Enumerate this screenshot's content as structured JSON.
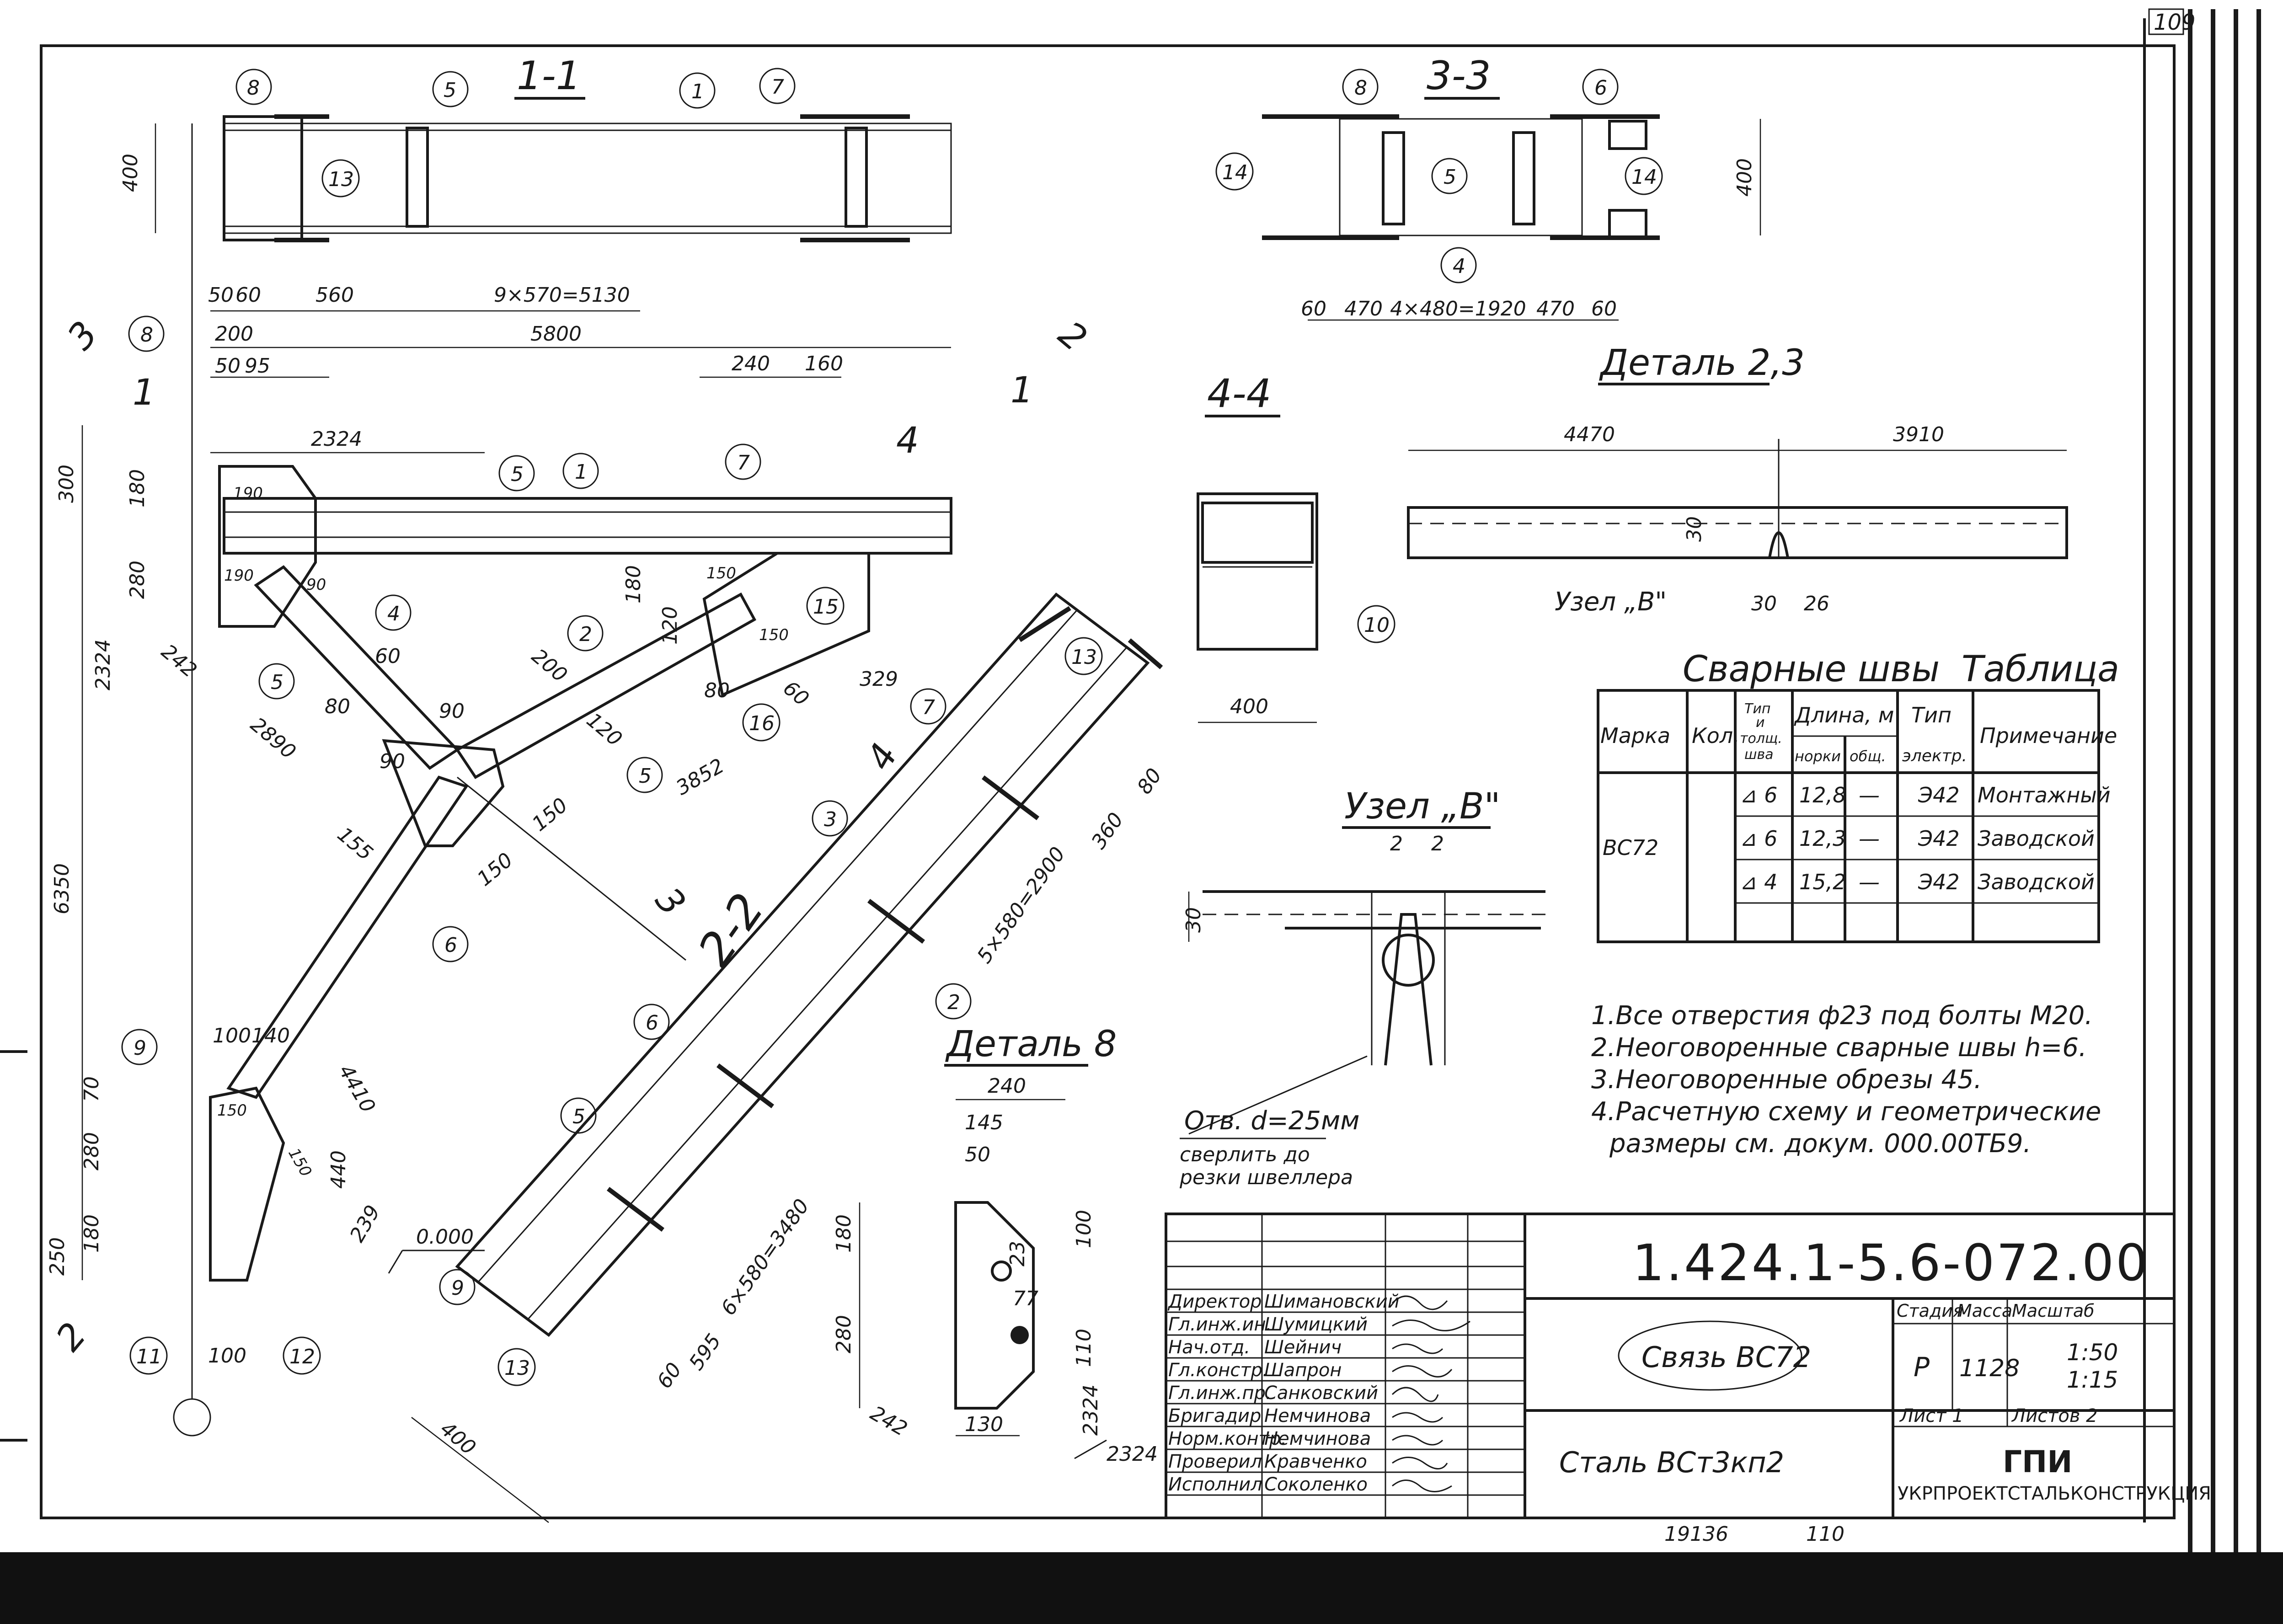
{
  "sheet": {
    "page_number": "109",
    "bottom_marks": [
      "19136",
      "110"
    ]
  },
  "section_1_1": {
    "title": "1-1",
    "marks": [
      "8",
      "5",
      "1",
      "7",
      "13"
    ],
    "dims": [
      "400",
      "50",
      "60",
      "560",
      "9×570=5130",
      "200",
      "5800"
    ]
  },
  "section_3_3": {
    "title": "3-3",
    "marks": [
      "8",
      "6",
      "14",
      "5",
      "14",
      "4"
    ],
    "dims": [
      "400",
      "60",
      "470",
      "4×480=1920",
      "470",
      "60"
    ]
  },
  "section_4_4": {
    "title": "4-4",
    "marks": [
      "10"
    ],
    "dims": [
      "400"
    ]
  },
  "section_2_2": {
    "title": "2-2",
    "marks": [
      "13",
      "7",
      "3",
      "6",
      "2",
      "5",
      "9",
      "13"
    ],
    "dims": [
      "360",
      "80",
      "5×580=2900",
      "6×580=3480",
      "595",
      "60",
      "400"
    ]
  },
  "detail_2_3": {
    "title": "Деталь 2,3",
    "dims": [
      "4470",
      "3910",
      "30",
      "30",
      "26"
    ],
    "node_label": "Узел „В\""
  },
  "node_b": {
    "title": "Узел „В\"",
    "dims": [
      "2",
      "2",
      "30"
    ],
    "hole_label": "Отв. d=25мм",
    "hole_note_1": "сверлить до",
    "hole_note_2": "резки швеллера"
  },
  "detail_8": {
    "title": "Деталь 8",
    "dims": [
      "240",
      "145",
      "50",
      "180",
      "280",
      "23",
      "77",
      "100",
      "110",
      "242",
      "130",
      "2324",
      "2324"
    ]
  },
  "main_view": {
    "section_marks": [
      "3",
      "1",
      "2",
      "1",
      "4",
      "4",
      "3",
      "2"
    ],
    "marks": [
      "8",
      "5",
      "1",
      "7",
      "4",
      "2",
      "15",
      "5",
      "16",
      "5",
      "6",
      "9",
      "11",
      "12"
    ],
    "dims": [
      "50",
      "95",
      "2324",
      "240",
      "160",
      "300",
      "180",
      "280",
      "190",
      "190",
      "90",
      "60",
      "80",
      "90",
      "90",
      "242",
      "2324",
      "2890",
      "155",
      "200",
      "120",
      "180",
      "120",
      "80",
      "150",
      "150",
      "150",
      "150",
      "60",
      "329",
      "3852",
      "6350",
      "4410",
      "100",
      "140",
      "70",
      "280",
      "180",
      "250",
      "150",
      "150",
      "440",
      "239",
      "100",
      "0.000"
    ]
  },
  "weld_table": {
    "caption": "Сварные швы",
    "table_label": "Таблица",
    "headers": {
      "mark": "Марка",
      "qty": "Кол.",
      "type_1": "Тип",
      "type_2": "и",
      "type_3": "толщ.",
      "type_4": "шва",
      "length": "Длина, м",
      "len_part": "норки",
      "len_total": "общ.",
      "electrode_1": "Тип",
      "electrode_2": "электр.",
      "note": "Примечание"
    },
    "mark_value": "ВС72",
    "rows": [
      {
        "type": "⊿ 6",
        "len": "12,8",
        "total": "—",
        "electrode": "Э42",
        "note": "Монтажный"
      },
      {
        "type": "⊿ 6",
        "len": "12,3",
        "total": "—",
        "electrode": "Э42",
        "note": "Заводской"
      },
      {
        "type": "⊿ 4",
        "len": "15,2",
        "total": "—",
        "electrode": "Э42",
        "note": "Заводской"
      }
    ]
  },
  "notes": [
    "1.Все отверстия ф23 под болты М20.",
    "2.Неоговоренные сварные швы h=6.",
    "3.Неоговоренные обрезы 45.",
    "4.Расчетную схему и геометрические",
    "размеры см. докум. 000.00ТБ9."
  ],
  "title_block": {
    "doc_code": "1.424.1-5.6-072.00",
    "name": "Связь ВС72",
    "material": "Сталь ВСт3кп2",
    "headers": {
      "stage": "Стадия",
      "mass": "Масса",
      "scale": "Масштаб"
    },
    "stage": "Р",
    "mass": "1128",
    "scale_1": "1:50",
    "scale_2": "1:15",
    "sheet": "Лист 1",
    "sheets": "Листов 2",
    "org_1": "ГПИ",
    "org_2": "УКРПРОЕКТСТАЛЬКОНСТРУКЦИЯ",
    "staff": [
      {
        "role": "Директор",
        "name": "Шимановский"
      },
      {
        "role": "Гл.инж.ин.",
        "name": "Шумицкий"
      },
      {
        "role": "Нач.отд.",
        "name": "Шейнич"
      },
      {
        "role": "Гл.констр.",
        "name": "Шапрон"
      },
      {
        "role": "Гл.инж.пр.",
        "name": "Санковский"
      },
      {
        "role": "Бригадир",
        "name": "Немчинова"
      },
      {
        "role": "Норм.контр.",
        "name": "Немчинова"
      },
      {
        "role": "Проверил",
        "name": "Кравченко"
      },
      {
        "role": "Исполнил",
        "name": "Соколенко"
      }
    ]
  }
}
